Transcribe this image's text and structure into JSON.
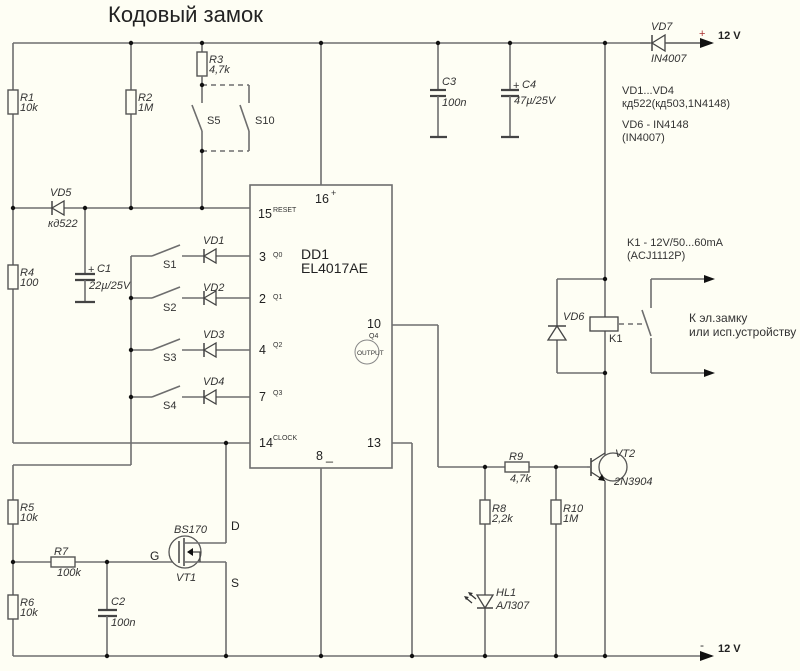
{
  "title": "Кодовый замок",
  "power": {
    "positive_label": "12 V",
    "positive_sign": "+",
    "negative_label": "12 V",
    "negative_sign": "-"
  },
  "components": {
    "R1": {
      "ref": "R1",
      "value": "10k"
    },
    "R2": {
      "ref": "R2",
      "value": "1M"
    },
    "R3": {
      "ref": "R3",
      "value": "4,7k"
    },
    "R4": {
      "ref": "R4",
      "value": "100"
    },
    "R5": {
      "ref": "R5",
      "value": "10k"
    },
    "R6": {
      "ref": "R6",
      "value": "10k"
    },
    "R7": {
      "ref": "R7",
      "value": "100k"
    },
    "R8": {
      "ref": "R8",
      "value": "2,2k"
    },
    "R9": {
      "ref": "R9",
      "value": "4,7k"
    },
    "R10": {
      "ref": "R10",
      "value": "1M"
    },
    "C1": {
      "ref": "C1",
      "value": "22µ/25V",
      "polarity": "+"
    },
    "C2": {
      "ref": "C2",
      "value": "100n"
    },
    "C3": {
      "ref": "C3",
      "value": "100n"
    },
    "C4": {
      "ref": "C4",
      "value": "47µ/25V",
      "polarity": "+"
    },
    "VD1": {
      "ref": "VD1"
    },
    "VD2": {
      "ref": "VD2"
    },
    "VD3": {
      "ref": "VD3"
    },
    "VD4": {
      "ref": "VD4"
    },
    "VD5": {
      "ref": "VD5",
      "value": "кд522"
    },
    "VD6": {
      "ref": "VD6"
    },
    "VD7": {
      "ref": "VD7",
      "value": "IN4007"
    },
    "S1": {
      "ref": "S1"
    },
    "S2": {
      "ref": "S2"
    },
    "S3": {
      "ref": "S3"
    },
    "S4": {
      "ref": "S4"
    },
    "S5": {
      "ref": "S5"
    },
    "S10": {
      "ref": "S10"
    },
    "VT1": {
      "ref": "VT1",
      "value": "BS170",
      "gate": "G",
      "drain": "D",
      "source": "S"
    },
    "VT2": {
      "ref": "VT2",
      "value": "2N3904"
    },
    "HL1": {
      "ref": "HL1",
      "value": "АЛ307"
    },
    "K1": {
      "ref": "K1"
    },
    "DD1": {
      "ref": "DD1",
      "part": "EL4017AE",
      "pins": {
        "vdd": {
          "num": "16",
          "name": "+"
        },
        "reset": {
          "num": "15",
          "name": "RESET"
        },
        "q0": {
          "num": "3",
          "name": "Q0"
        },
        "q1": {
          "num": "2",
          "name": "Q1"
        },
        "q2": {
          "num": "4",
          "name": "Q2"
        },
        "q3": {
          "num": "7",
          "name": "Q3"
        },
        "q4": {
          "num": "10",
          "name": "Q4"
        },
        "output_label": "OUTPUT",
        "clock": {
          "num": "14",
          "name": "CLOCK"
        },
        "pin13": {
          "num": "13"
        },
        "gnd": {
          "num": "8",
          "name": "_"
        }
      }
    }
  },
  "notes": {
    "diodes_line1": "VD1...VD4",
    "diodes_line2": "кд522(кд503,1N4148)",
    "vd6_line1": "VD6 - IN4148",
    "vd6_line2": "(IN4007)",
    "relay_line1": "K1 - 12V/50...60mA",
    "relay_line2": "(ACJ1112P)",
    "load_line1": "К эл.замку",
    "load_line2": "или исп.устройству"
  }
}
